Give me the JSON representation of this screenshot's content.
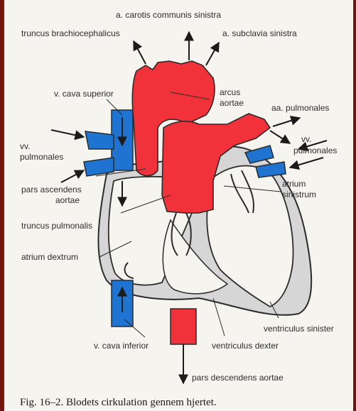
{
  "figure": {
    "caption": "Fig. 16–2. Blodets cirkulation gennem hjertet.",
    "colors": {
      "oxygenated": "#f2323a",
      "deoxygenated": "#1f73d1",
      "heart_wall": "#d6d6d6",
      "outline": "#2b2b2b",
      "background": "#f6f4ee",
      "frame": "#a3241a"
    },
    "labels": {
      "carotis": "a. carotis communis sinistra",
      "brachiocephalicus": "truncus brachiocephalicus",
      "subclavia": "a. subclavia sinistra",
      "cava_superior": "v. cava superior",
      "arcus_1": "arcus",
      "arcus_2": "aortae",
      "pulmonales_aa": "aa. pulmonales",
      "vv_left_1": "vv.",
      "vv_left_2": "pulmonales",
      "vv_right_1": "vv.",
      "vv_right_2": "pulmonales",
      "pars_asc_1": "pars ascendens",
      "pars_asc_2": "aortae",
      "atrium_sin_1": "atrium",
      "atrium_sin_2": "sinistrum",
      "truncus_pulm": "truncus pulmonalis",
      "atrium_dex": "atrium dextrum",
      "ventr_sinister": "ventriculus sinister",
      "cava_inferior": "v. cava inferior",
      "ventr_dexter": "ventriculus dexter",
      "pars_desc": "pars descendens aortae"
    }
  }
}
